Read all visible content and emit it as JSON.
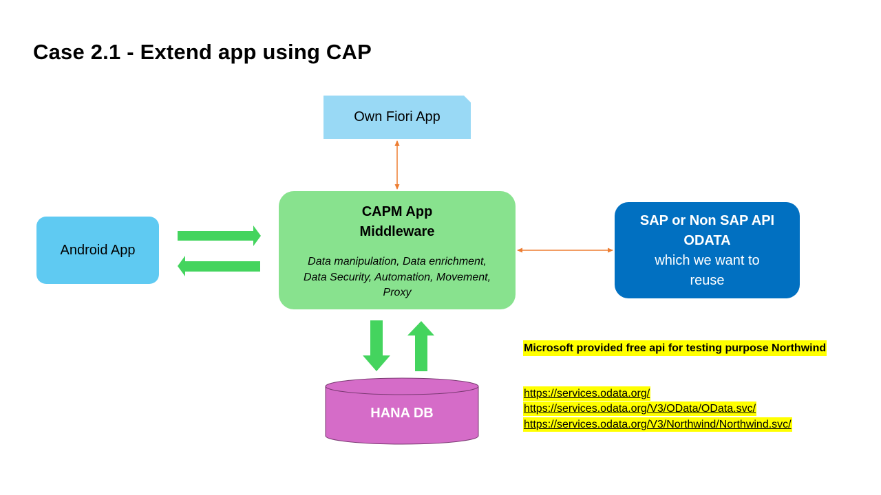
{
  "title": "Case 2.1 - Extend app using CAP",
  "fiori": {
    "label": "Own Fiori App"
  },
  "android": {
    "label": "Android App"
  },
  "capm": {
    "title_line1": "CAPM App",
    "title_line2": "Middleware",
    "desc_line1": "Data manipulation, Data enrichment,",
    "desc_line2": "Data Security, Automation, Movement,",
    "desc_line3": "Proxy"
  },
  "sap": {
    "line1": "SAP or Non SAP API",
    "line2": "ODATA",
    "line3": "which we want to",
    "line4": "reuse"
  },
  "hana": {
    "label": "HANA DB"
  },
  "note": "Microsoft provided free api for testing purpose Northwind",
  "links": [
    "https://services.odata.org/",
    "https://services.odata.org/V3/OData/OData.svc/",
    "https://services.odata.org/V3/Northwind/Northwind.svc/"
  ],
  "colors": {
    "green_arrow": "#44d45e",
    "orange_arrow": "#ed7d31",
    "hana_fill": "#d56cc8",
    "highlight": "#ffff00"
  }
}
